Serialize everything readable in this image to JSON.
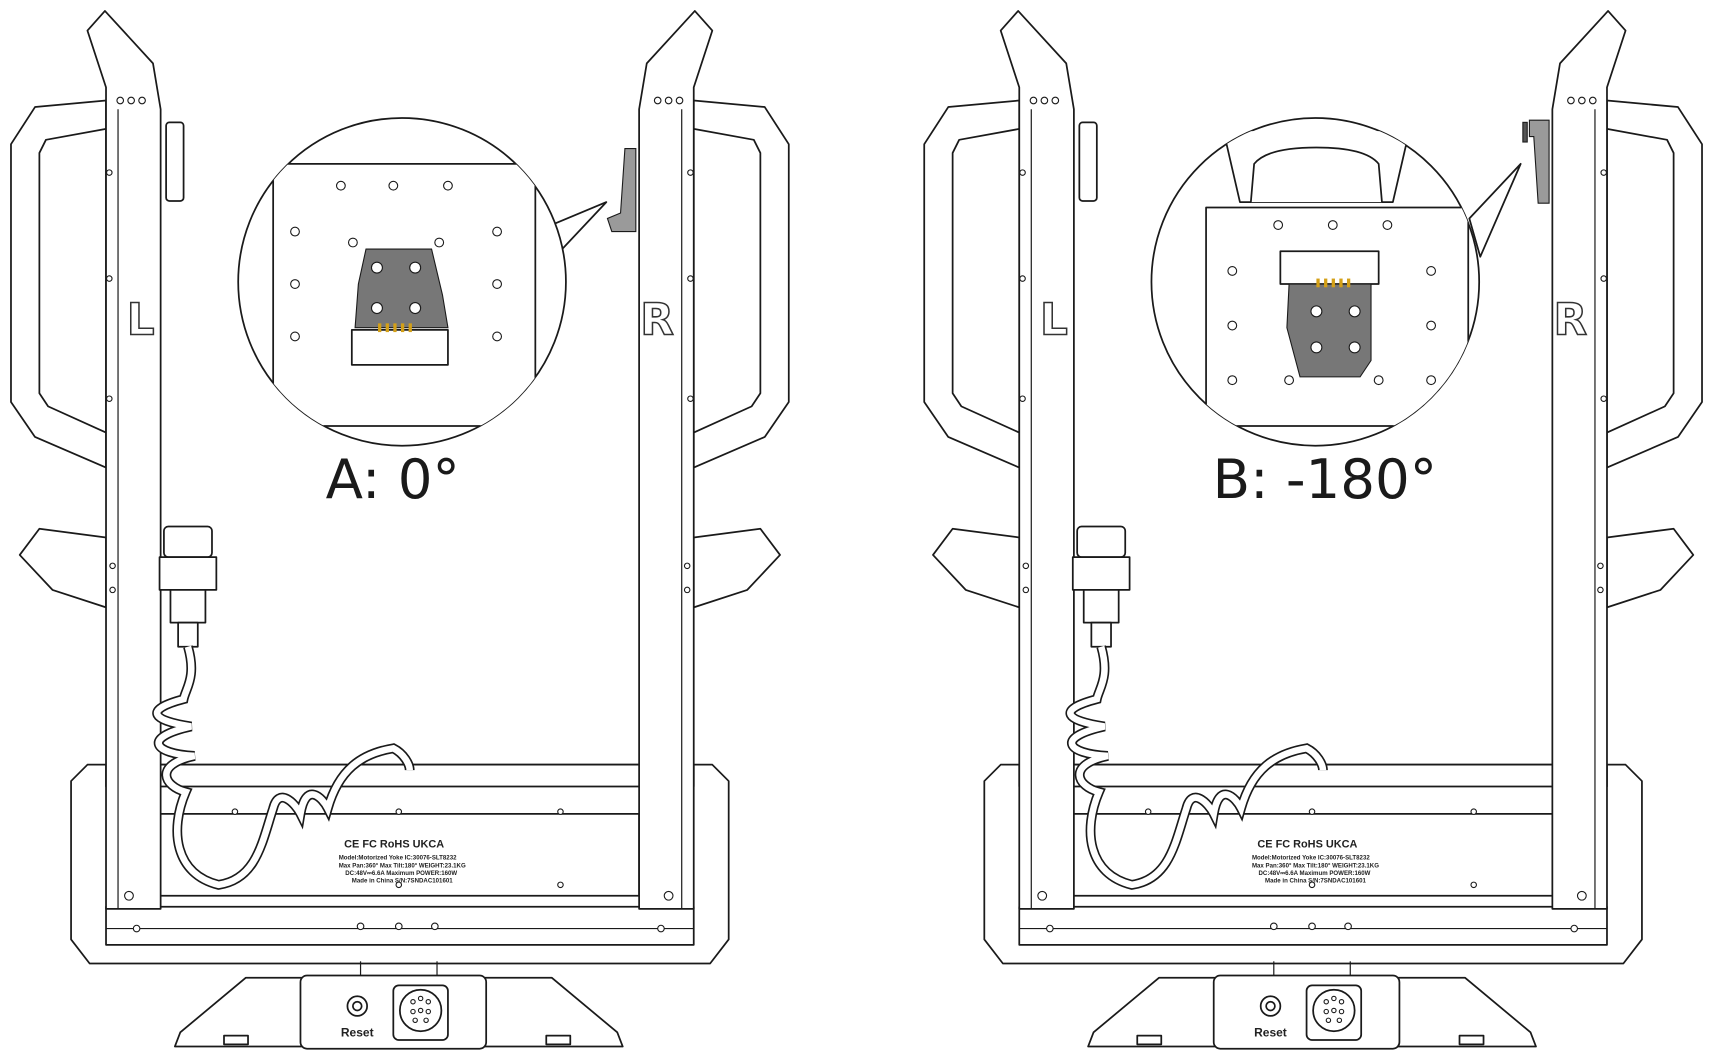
{
  "views": [
    {
      "caption": "A: 0°",
      "left_mark": "L",
      "right_mark": "R",
      "reset_label": "Reset",
      "orientation": "connector-down"
    },
    {
      "caption": "B: -180°",
      "left_mark": "L",
      "right_mark": "R",
      "reset_label": "Reset",
      "orientation": "connector-up"
    }
  ],
  "nameplate": {
    "symbols": "CE FC RoHS UKCA",
    "line1": "Model:Motorized Yoke   IC:30076-SLT8232",
    "line2": "Max Pan:360°   Max Tilt:180°   WEIGHT:23.1KG",
    "line3": "DC:48V⎓6.6A   Maximum POWER:160W",
    "line4": "Made in China   S/N:7SNDAC101601"
  },
  "colors": {
    "line": "#1a1a1a",
    "highlight": "#9a9a9a",
    "pins": "#d4a017"
  }
}
